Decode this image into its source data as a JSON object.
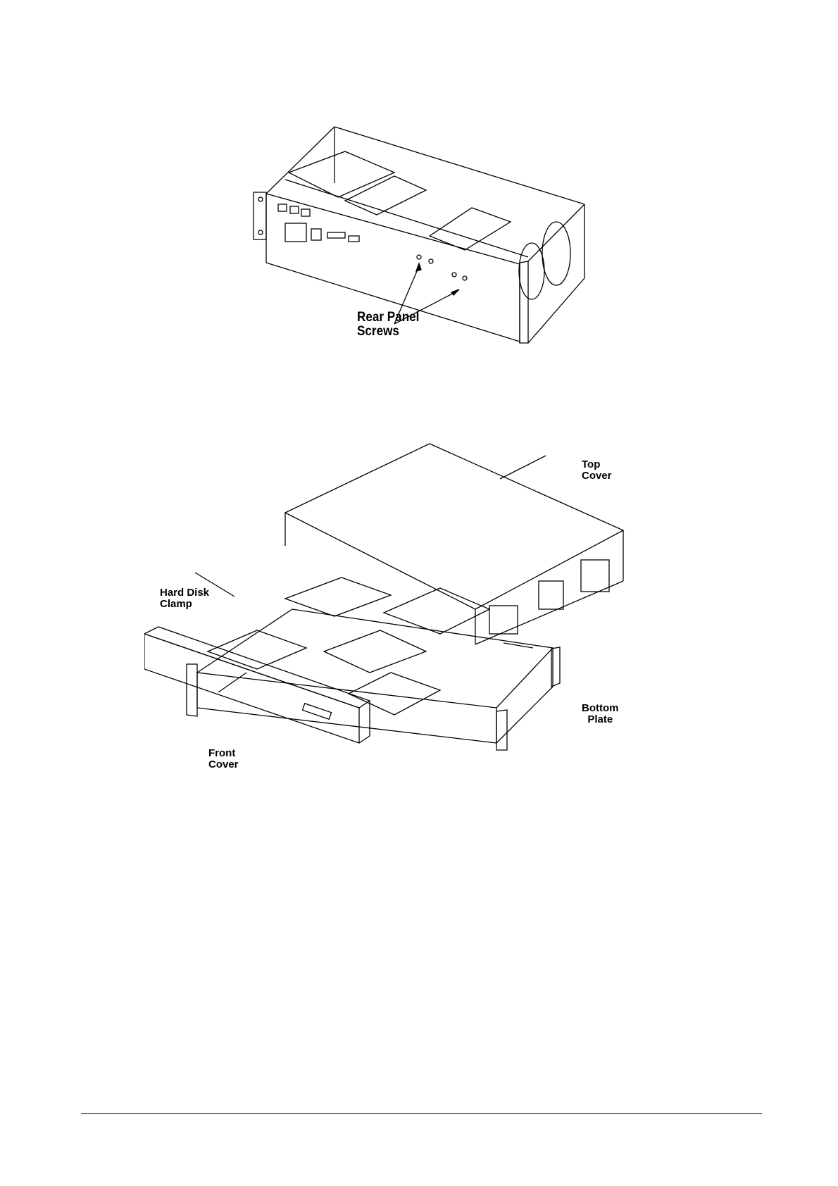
{
  "figure1": {
    "callouts": {
      "rear_panel_screws": [
        "Rear Panel",
        "Screws"
      ]
    }
  },
  "figure2": {
    "callouts": {
      "top_cover": [
        "Top",
        "Cover"
      ],
      "hard_disk_clamp": [
        "Hard Disk",
        "Clamp"
      ],
      "front_cover": [
        "Front",
        "Cover"
      ],
      "bottom_plate": [
        "Bottom",
        "Plate"
      ]
    }
  }
}
